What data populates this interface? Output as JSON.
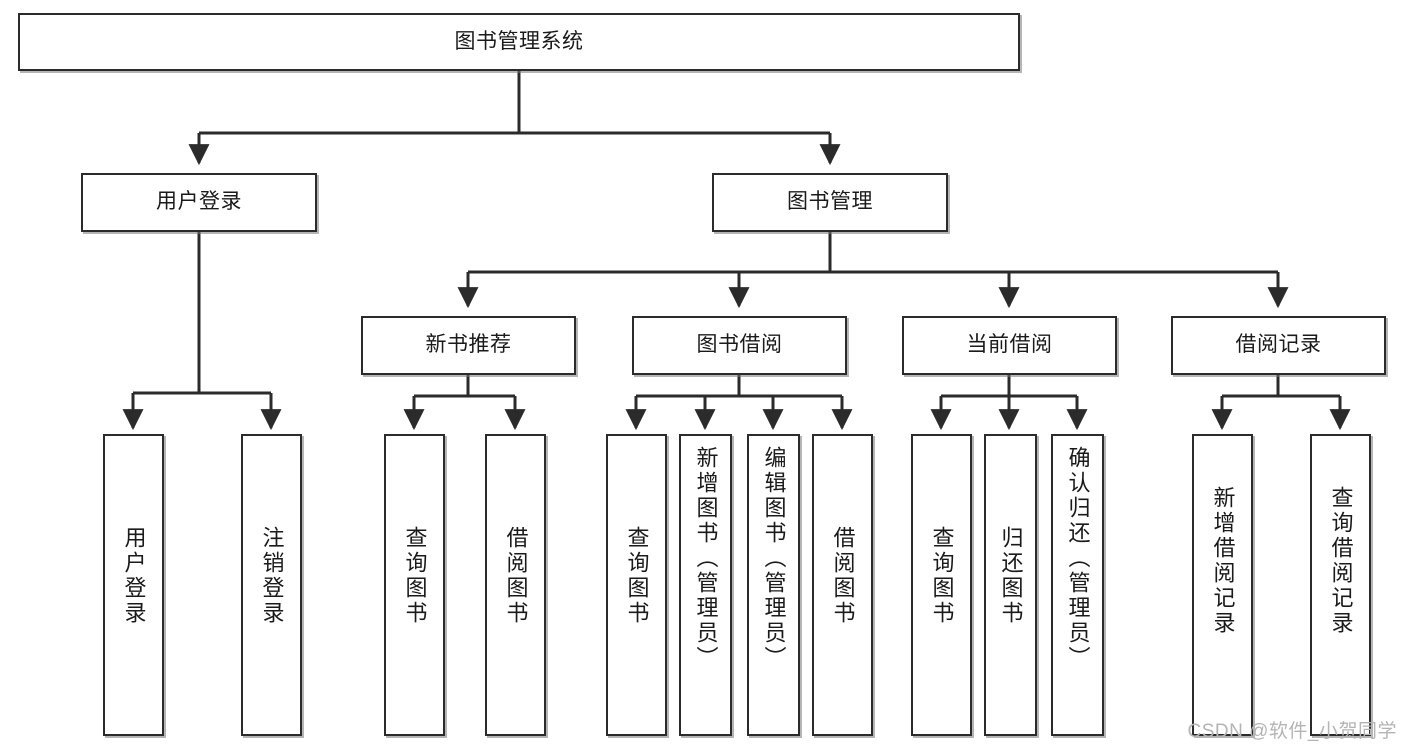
{
  "diagram": {
    "type": "tree",
    "title": "图书管理系统",
    "orientation": "top-down",
    "watermark": "CSDN @软件_小贺同学",
    "colors": {
      "background": "#ffffff",
      "border": "#2b2b2b",
      "text": "#1a1a1a",
      "edge": "#2b2b2b",
      "watermark": "#b4b4b4"
    },
    "nodes": {
      "root": {
        "label": "图书管理系统"
      },
      "level1": [
        {
          "id": "user-login",
          "label": "用户登录"
        },
        {
          "id": "book-manage",
          "label": "图书管理"
        }
      ],
      "level2": [
        {
          "id": "new-book-recommend",
          "label": "新书推荐"
        },
        {
          "id": "book-borrow",
          "label": "图书借阅"
        },
        {
          "id": "current-borrow",
          "label": "当前借阅"
        },
        {
          "id": "borrow-record",
          "label": "借阅记录"
        }
      ],
      "leaves": {
        "user-login": [
          {
            "id": "leaf-user-login",
            "label": "用户登录"
          },
          {
            "id": "leaf-logout-login",
            "label": "注销登录"
          }
        ],
        "new-book-recommend": [
          {
            "id": "leaf-query-book-1",
            "label": "查询图书"
          },
          {
            "id": "leaf-borrow-book-1",
            "label": "借阅图书"
          }
        ],
        "book-borrow": [
          {
            "id": "leaf-query-book-2",
            "label": "查询图书"
          },
          {
            "id": "leaf-add-book",
            "label": "新增图书（管理员）"
          },
          {
            "id": "leaf-edit-book",
            "label": "编辑图书（管理员）"
          },
          {
            "id": "leaf-borrow-book-2",
            "label": "借阅图书"
          }
        ],
        "current-borrow": [
          {
            "id": "leaf-query-book-3",
            "label": "查询图书"
          },
          {
            "id": "leaf-return-book",
            "label": "归还图书"
          },
          {
            "id": "leaf-confirm-return",
            "label": "确认归还（管理员）"
          }
        ],
        "borrow-record": [
          {
            "id": "leaf-add-record",
            "label": "新增借阅记录"
          },
          {
            "id": "leaf-query-record",
            "label": "查询借阅记录"
          }
        ]
      }
    }
  }
}
